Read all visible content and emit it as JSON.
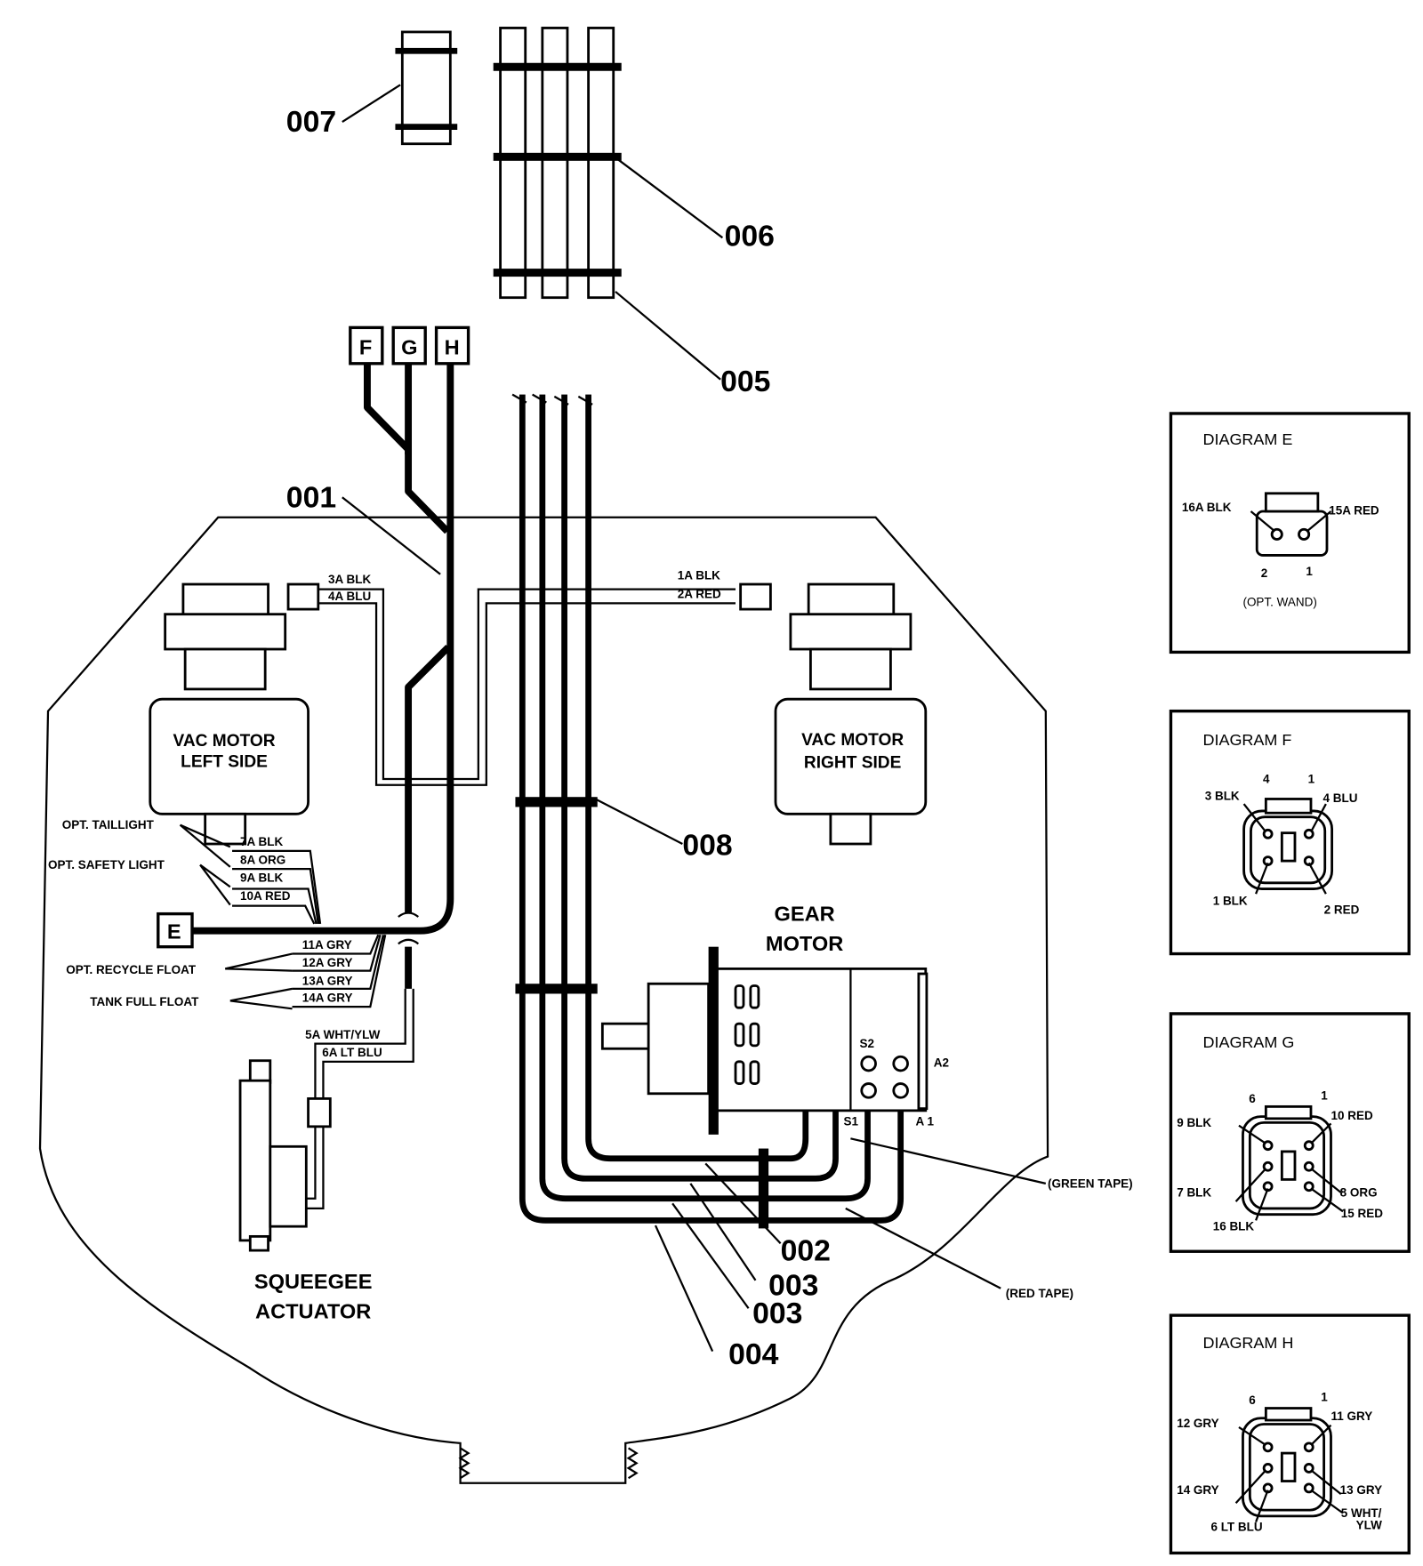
{
  "parts": {
    "p007": "007",
    "p006": "006",
    "p005": "005",
    "p001": "001",
    "p008": "008",
    "p002": "002",
    "p003a": "003",
    "p003b": "003",
    "p004": "004"
  },
  "connectors": {
    "f": "F",
    "g": "G",
    "h": "H",
    "e": "E"
  },
  "vac_left": {
    "line1": "VAC MOTOR",
    "line2": "LEFT SIDE",
    "w1": "3A BLK",
    "w2": "4A BLU"
  },
  "vac_right": {
    "line1": "VAC MOTOR",
    "line2": "RIGHT SIDE",
    "w1": "1A BLK",
    "w2": "2A RED"
  },
  "lights": {
    "taillight": "OPT. TAILLIGHT",
    "safety": "OPT. SAFETY LIGHT",
    "w7": "7A BLK",
    "w8": "8A ORG",
    "w9": "9A BLK",
    "w10": "10A RED"
  },
  "floats": {
    "recycle": "OPT. RECYCLE FLOAT",
    "tank": "TANK FULL FLOAT",
    "w11": "11A GRY",
    "w12": "12A GRY",
    "w13": "13A GRY",
    "w14": "14A GRY"
  },
  "actuator": {
    "w5": "5A WHT/YLW",
    "w6": "6A LT BLU",
    "line1": "SQUEEGEE",
    "line2": "ACTUATOR"
  },
  "gear_motor": {
    "line1": "GEAR",
    "line2": "MOTOR",
    "s1": "S1",
    "s2": "S2",
    "a1": "A 1",
    "a2": "A2",
    "green_tape": "(GREEN TAPE)",
    "red_tape": "(RED TAPE)"
  },
  "diagrams": {
    "e": {
      "title": "DIAGRAM E",
      "l16": "16A BLK",
      "l15": "15A RED",
      "p2": "2",
      "p1": "1",
      "note": "(OPT. WAND)"
    },
    "f": {
      "title": "DIAGRAM F",
      "p4": "4",
      "p1": "1",
      "l3": "3 BLK",
      "l4": "4 BLU",
      "l1": "1 BLK",
      "l2": "2 RED"
    },
    "g": {
      "title": "DIAGRAM G",
      "p6": "6",
      "p1": "1",
      "l9": "9 BLK",
      "l10": "10 RED",
      "l7": "7 BLK",
      "l8": "8 ORG",
      "l16": "16 BLK",
      "l15": "15 RED"
    },
    "h": {
      "title": "DIAGRAM H",
      "p6": "6",
      "p1": "1",
      "l12": "12 GRY",
      "l11": "11 GRY",
      "l14": "14 GRY",
      "l13": "13 GRY",
      "l6": "6 LT BLU",
      "l5a": "5 WHT/",
      "l5b": "YLW"
    }
  }
}
